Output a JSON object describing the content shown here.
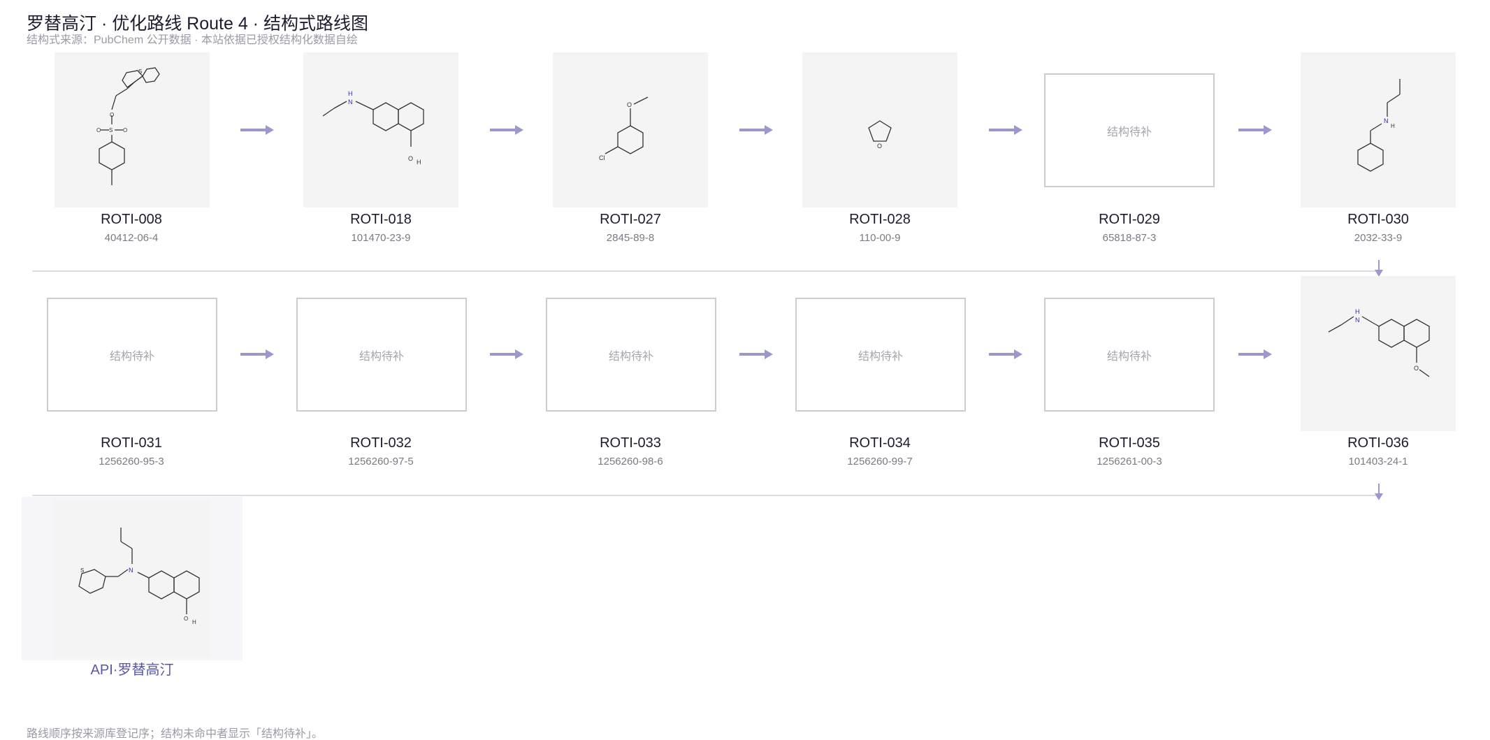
{
  "header": {
    "title": "罗替高汀 · 优化路线 Route 4 · 结构式路线图",
    "subtitle": "结构式来源：PubChem 公开数据 · 本站依据已授权结构化数据自绘"
  },
  "colors": {
    "accent": "#9c98cc",
    "final_label": "#5a57a6",
    "placeholder_border": "#cccccf"
  },
  "placeholder_text": "结构待补",
  "row1": [
    {
      "id": "ROTI-008",
      "cas": "40412-06-4"
    },
    {
      "id": "ROTI-018",
      "cas": "101470-23-9"
    },
    {
      "id": "ROTI-027",
      "cas": "2845-89-8"
    },
    {
      "id": "ROTI-028",
      "cas": "110-00-9"
    },
    {
      "id": "ROTI-029",
      "cas": "65818-87-3"
    },
    {
      "id": "ROTI-030",
      "cas": "2032-33-9"
    }
  ],
  "row2": [
    {
      "id": "ROTI-031",
      "cas": "1256260-95-3"
    },
    {
      "id": "ROTI-032",
      "cas": "1256260-97-5"
    },
    {
      "id": "ROTI-033",
      "cas": "1256260-98-6"
    },
    {
      "id": "ROTI-034",
      "cas": "1256260-99-7"
    },
    {
      "id": "ROTI-035",
      "cas": "1256261-00-3"
    },
    {
      "id": "ROTI-036",
      "cas": "101403-24-1"
    }
  ],
  "final": {
    "label": "API·罗替高汀"
  },
  "footnote": "路线顺序按来源库登记序；结构未命中者显示「结构待补」。"
}
